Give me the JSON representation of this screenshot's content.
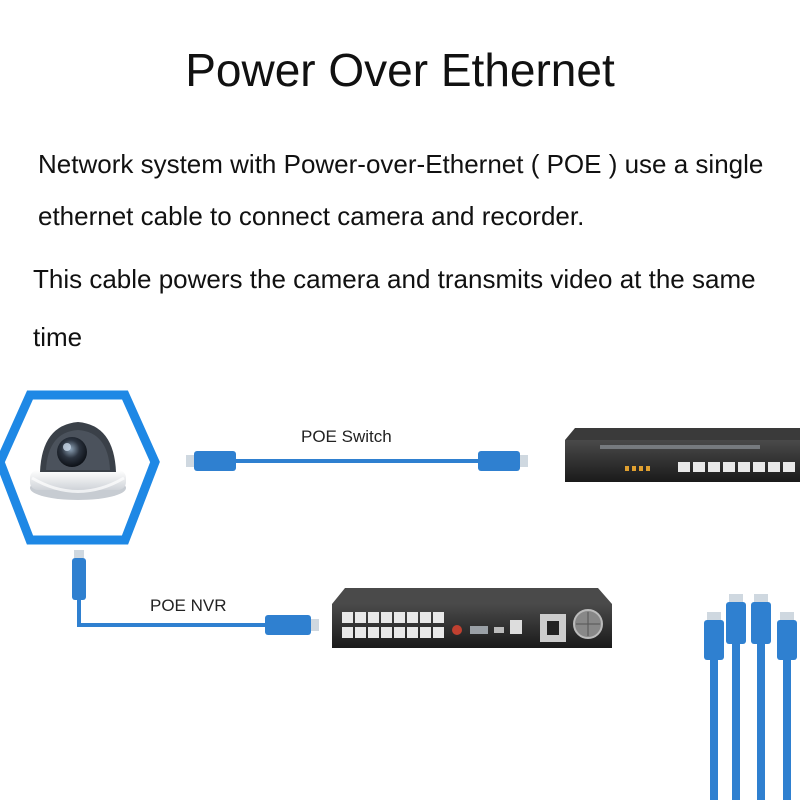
{
  "title": "Power Over Ethernet",
  "paragraphs": {
    "p1": "Network system with Power-over-Ethernet ( POE ) use a single ethernet cable to connect camera and recorder.",
    "p2": "This cable powers the camera and transmits video at the same time"
  },
  "labels": {
    "poe_switch": "POE Switch",
    "poe_nvr": "POE NVR"
  },
  "colors": {
    "cable_blue": "#2f80d0",
    "hexagon_blue": "#1e88e5",
    "device_dark": "#2b2b2b"
  },
  "icons": {
    "camera": "dome-camera-icon",
    "switch": "network-switch-icon",
    "nvr": "nvr-recorder-icon",
    "cable": "ethernet-cable-icon"
  }
}
